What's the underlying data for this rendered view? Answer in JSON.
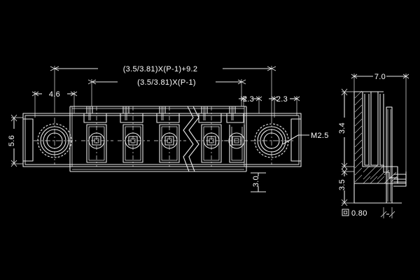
{
  "drawing": {
    "title": "terminal-block-connector-drawing",
    "background_color": "#000000",
    "line_color": "#e8e8e8",
    "text_color": "#ffffff",
    "views": {
      "front": {
        "name": "front-view"
      },
      "section": {
        "name": "side-section-view"
      }
    }
  },
  "dimensions": {
    "overall_pitch_total": "(3.5/3.81)X(P-1)+9.2",
    "pitch_span": "(3.5/3.81)X(P-1)",
    "hole_offset": "4.6",
    "height_left": "5.6",
    "right_offset_1": "2.3",
    "right_offset_2": "2.3",
    "bottom_center": "3.0",
    "thread_callout": "M2.5",
    "section_width": "7.0",
    "section_height_upper": "3.4",
    "section_height_lower": "3.5",
    "flatness_value": "0.80",
    "flatness_symbol": "square-symbol"
  }
}
